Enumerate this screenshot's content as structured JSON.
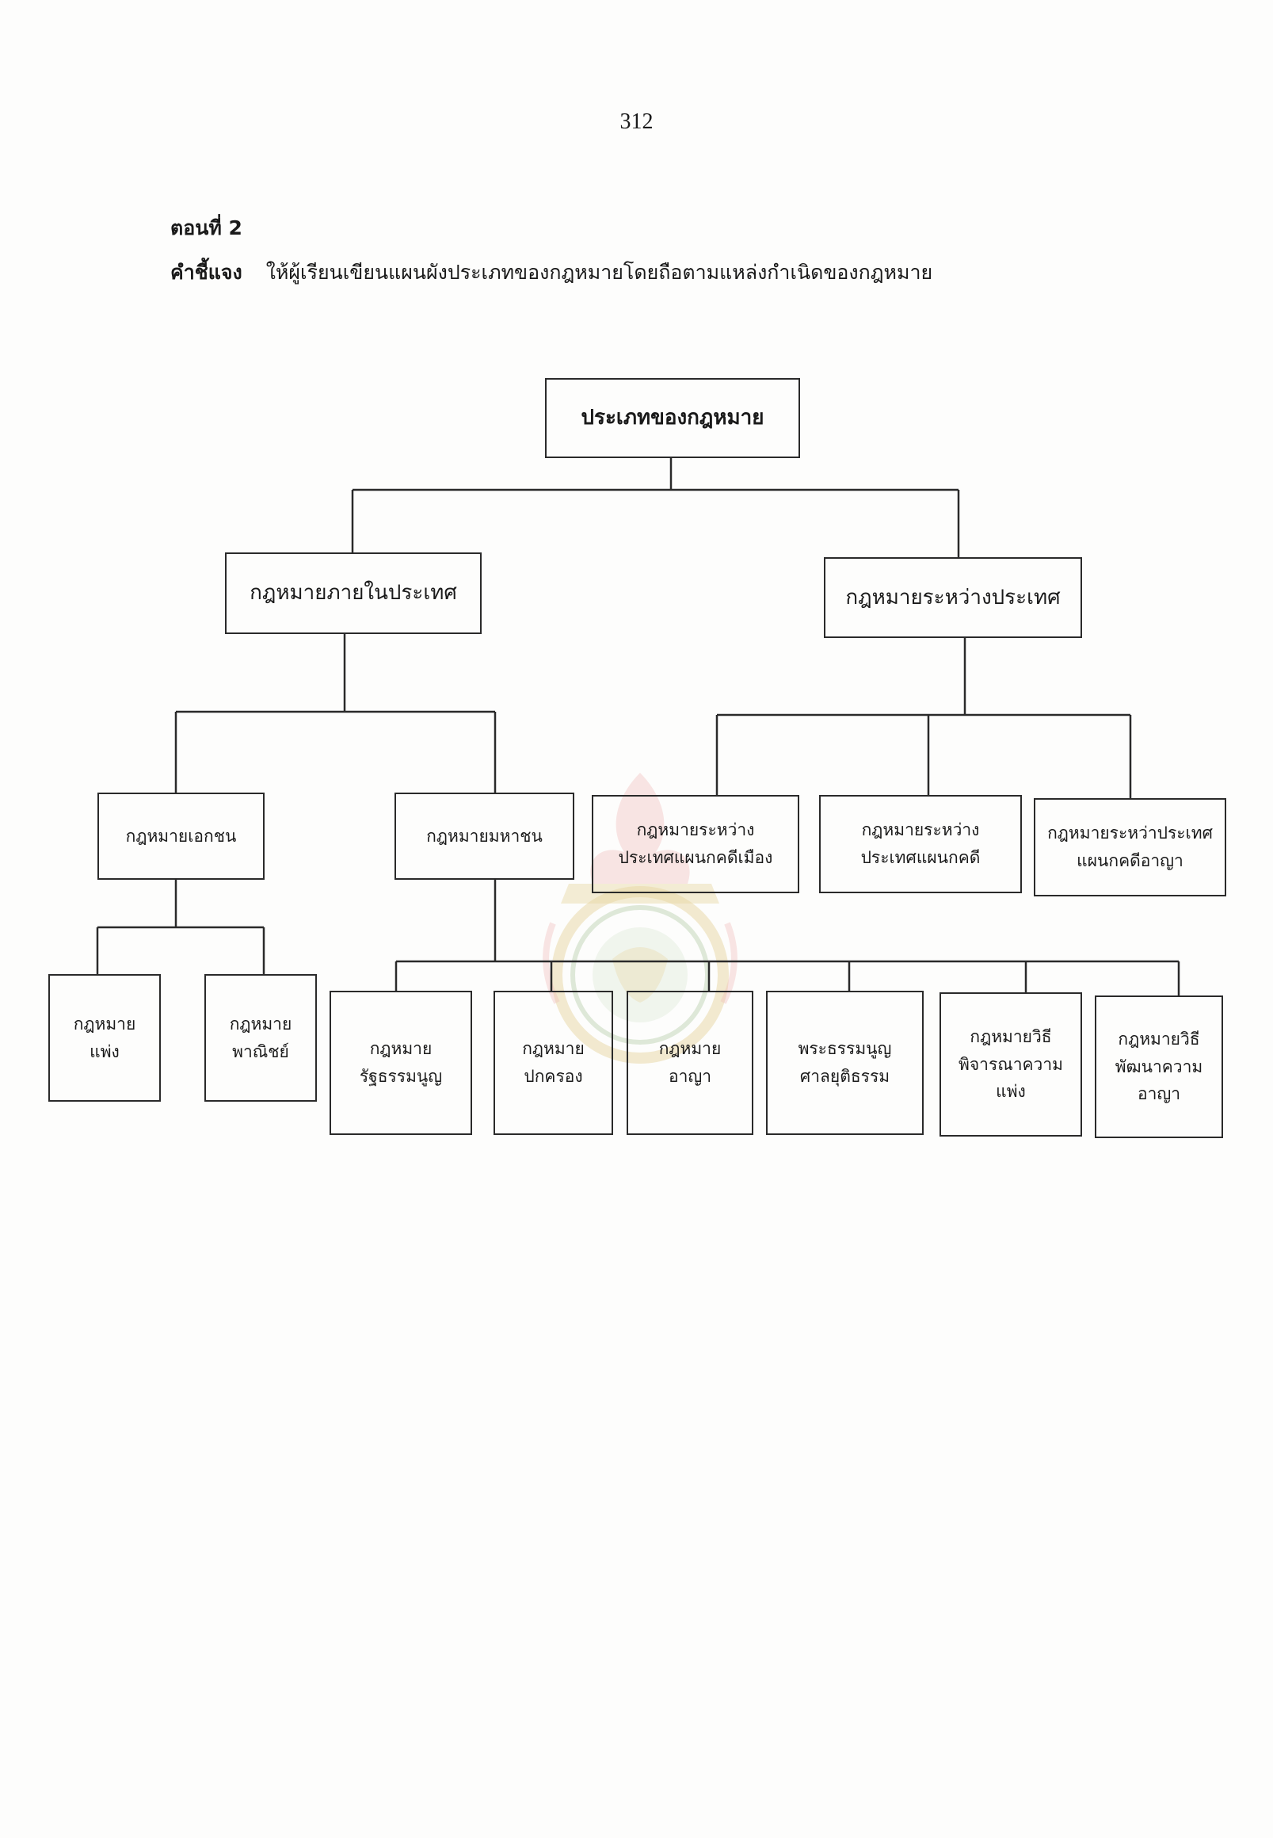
{
  "page_number": "312",
  "section_heading": "ตอนที่  2",
  "instruction": {
    "label": "คำชี้แจง",
    "text": "ให้ผู้เรียนเขียนแผนผังประเภทของกฎหมายโดยถือตามแหล่งกำเนิดของกฎหมาย"
  },
  "diagram": {
    "root": {
      "lines": [
        "ประเภทของกฎหมาย"
      ]
    },
    "domestic": {
      "lines": [
        "กฎหมายภายในประเทศ"
      ],
      "private": {
        "lines": [
          "กฎหมายเอกชน"
        ],
        "civil": {
          "lines": [
            "กฎหมาย",
            "แพ่ง"
          ]
        },
        "commercial": {
          "lines": [
            "กฎหมาย",
            "พาณิชย์"
          ]
        }
      },
      "public": {
        "lines": [
          "กฎหมายมหาชน"
        ],
        "constitutional": {
          "lines": [
            "กฎหมาย",
            "รัฐธรรมนูญ"
          ]
        },
        "administrative": {
          "lines": [
            "กฎหมาย",
            "ปกครอง"
          ]
        },
        "criminal": {
          "lines": [
            "กฎหมาย",
            "อาญา"
          ]
        },
        "court_organization": {
          "lines": [
            "พระธรรมนูญ",
            "ศาลยุติธรรม"
          ]
        },
        "civil_procedure": {
          "lines": [
            "กฎหมายวิธี",
            "พิจารณาความ",
            "แพ่ง"
          ]
        },
        "criminal_procedure": {
          "lines": [
            "กฎหมายวิธี",
            "พัฒนาความ",
            "อาญา"
          ]
        }
      }
    },
    "international": {
      "lines": [
        "กฎหมายระหว่างประเทศ"
      ],
      "public_international": {
        "lines": [
          "กฎหมายระหว่าง",
          "ประเทศแผนกคดีเมือง"
        ]
      },
      "private_international": {
        "lines": [
          "กฎหมายระหว่าง",
          "ประเทศแผนกคดี"
        ]
      },
      "criminal_international": {
        "lines": [
          "กฎหมายระหว่าประเทศ",
          "แผนกคดีอาญา"
        ]
      }
    }
  },
  "colors": {
    "ink": "#2a2a2a",
    "watermark_gold": "#c9a227",
    "watermark_red": "#d9534f",
    "watermark_green": "#5a8f3c"
  }
}
